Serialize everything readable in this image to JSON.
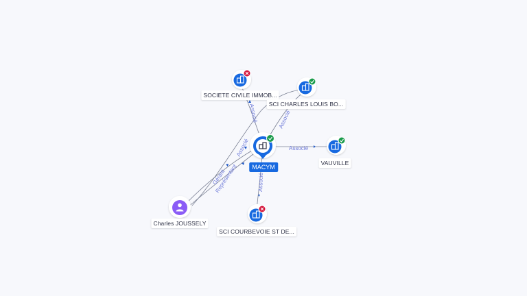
{
  "colors": {
    "company_node": "#1769e0",
    "person_node": "#8b5cf6",
    "status_active": "#1a9b4b",
    "status_closed": "#d4143a",
    "edge_label": "#6f7bd9",
    "edge_line": "#7b8194"
  },
  "center": {
    "label": "MACYM",
    "icon": "building-icon",
    "status": "active"
  },
  "nodes": [
    {
      "id": "societe",
      "label": "SOCIETE CIVILE IMMOB...",
      "type": "company",
      "status": "closed",
      "icon": "building-icon"
    },
    {
      "id": "sci-charles",
      "label": "SCI CHARLES LOUIS BO...",
      "type": "company",
      "status": "active",
      "icon": "building-icon"
    },
    {
      "id": "vauville",
      "label": "VAUVILLE",
      "type": "company",
      "status": "active",
      "icon": "building-icon"
    },
    {
      "id": "courbevoie",
      "label": "SCI COURBEVOIE ST DE...",
      "type": "company",
      "status": "closed",
      "icon": "building-icon"
    },
    {
      "id": "joussely",
      "label": "Charles JOUSSELY",
      "type": "person",
      "icon": "person-icon"
    }
  ],
  "edges": [
    {
      "from": "center",
      "to": "societe",
      "label": "Associé"
    },
    {
      "from": "center",
      "to": "sci-charles",
      "label": "Associé"
    },
    {
      "from": "center",
      "to": "vauville",
      "label": "Associé"
    },
    {
      "from": "center",
      "to": "courbevoie",
      "label": "Associé"
    },
    {
      "from": "joussely",
      "to": "center",
      "label": "Gérant"
    },
    {
      "from": "joussely",
      "to": "center",
      "label": "Représentant"
    },
    {
      "from": "joussely",
      "to": "sci-charles",
      "label": "Associé"
    }
  ]
}
